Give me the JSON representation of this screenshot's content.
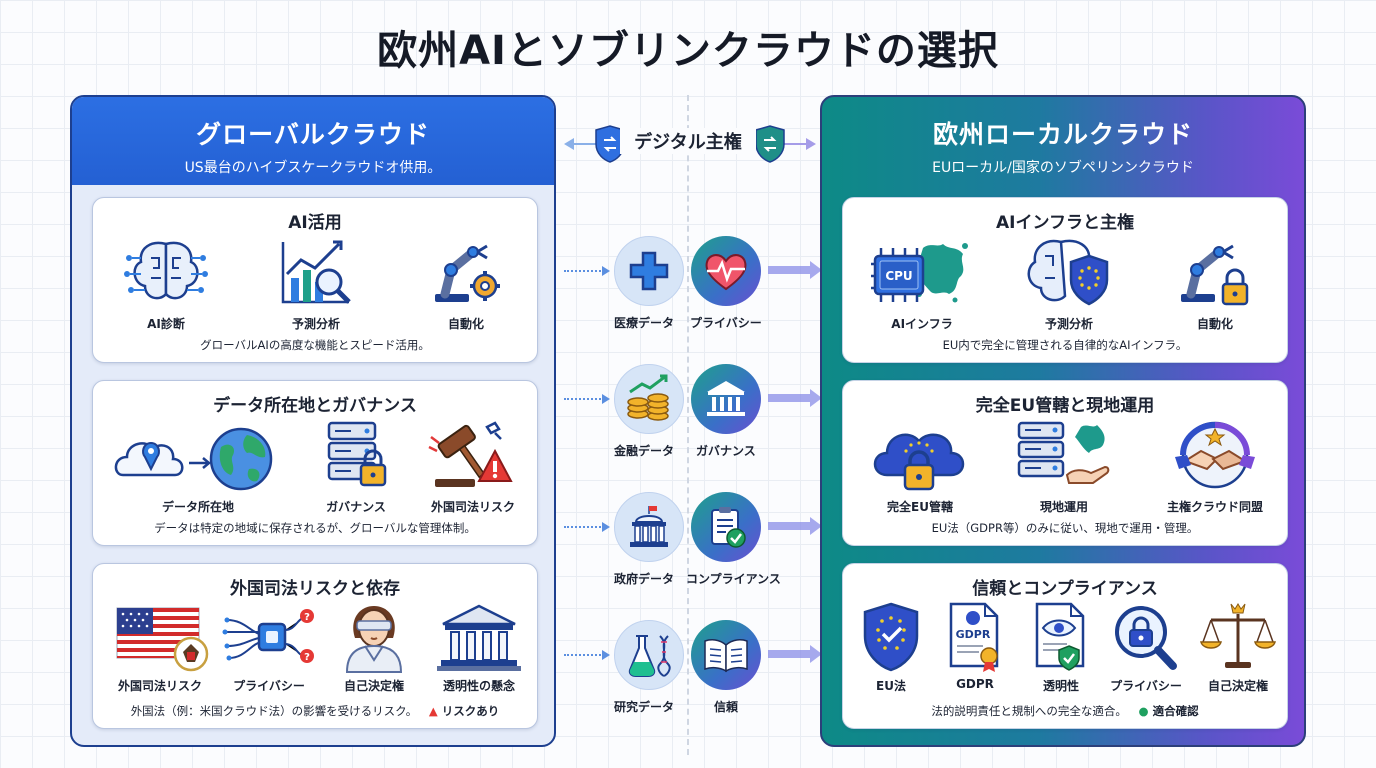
{
  "title": "欧州AIとソブリンクラウドの選択",
  "center_label": "デジタル主権",
  "left": {
    "title": "グローバルクラウド",
    "subtitle": "US最台のハイブスケークラウドオ供用。",
    "cards": [
      {
        "title": "AI活用",
        "items": [
          {
            "label": "AI診断",
            "icon": "brain-circuit-icon"
          },
          {
            "label": "予測分析",
            "icon": "chart-magnifier-icon"
          },
          {
            "label": "自動化",
            "icon": "robot-arm-gear-icon"
          }
        ],
        "desc": "グローバルAIの高度な機能とスピード活用。"
      },
      {
        "title": "データ所在地とガバナンス",
        "items": [
          {
            "label": "データ所在地",
            "icon": "cloud-location-globe-icon"
          },
          {
            "label": "ガバナンス",
            "icon": "server-lock-icon"
          },
          {
            "label": "外国司法リスク",
            "icon": "gavel-warning-icon"
          }
        ],
        "desc": "データは特定の地域に保存されるが、グローバルな管理体制。"
      },
      {
        "title": "外国司法リスクと依存",
        "items": [
          {
            "label": "外国司法リスク",
            "icon": "us-flag-seal-icon"
          },
          {
            "label": "プライバシー",
            "icon": "chip-question-icon"
          },
          {
            "label": "自己決定権",
            "icon": "blindfold-person-icon"
          },
          {
            "label": "透明性の懸念",
            "icon": "courthouse-icon"
          }
        ],
        "desc": "外国法（例：米国クラウド法）の影響を受けるリスク。",
        "badge": "リスクあり"
      }
    ]
  },
  "center_rows": [
    {
      "left_label": "医療データ",
      "right_label": "プライバシー",
      "left_icon": "medical-cross-icon",
      "right_icon": "heartbeat-icon"
    },
    {
      "left_label": "金融データ",
      "right_label": "ガバナンス",
      "left_icon": "coins-growth-icon",
      "right_icon": "bank-icon"
    },
    {
      "left_label": "政府データ",
      "right_label": "コンプライアンス",
      "left_icon": "government-building-icon",
      "right_icon": "clipboard-check-icon"
    },
    {
      "left_label": "研究データ",
      "right_label": "信頼",
      "left_icon": "lab-flask-dna-icon",
      "right_icon": "open-book-icon"
    }
  ],
  "right": {
    "title": "欧州ローカルクラウド",
    "subtitle": "EUローカル/国家のソブペリンンクラウド",
    "cards": [
      {
        "title": "AIインフラと主権",
        "items": [
          {
            "label": "AIインフラ",
            "icon": "cpu-europe-map-icon",
            "chip_text": "CPU"
          },
          {
            "label": "予測分析",
            "icon": "brain-eu-shield-icon"
          },
          {
            "label": "自動化",
            "icon": "robot-arm-lock-icon"
          }
        ],
        "desc": "EU内で完全に管理される自律的なAIインフラ。"
      },
      {
        "title": "完全EU管轄と現地運用",
        "items": [
          {
            "label": "完全EU管轄",
            "icon": "eu-cloud-lock-icon"
          },
          {
            "label": "現地運用",
            "icon": "server-hand-map-icon"
          },
          {
            "label": "主権クラウド同盟",
            "icon": "handshake-star-icon"
          }
        ],
        "desc": "EU法（GDPR等）のみに従い、現地で運用・管理。"
      },
      {
        "title": "信頼とコンプライアンス",
        "items": [
          {
            "label": "EU法",
            "icon": "eu-shield-check-icon"
          },
          {
            "label": "GDPR",
            "icon": "gdpr-document-icon",
            "doc_text": "GDPR"
          },
          {
            "label": "透明性",
            "icon": "eye-document-icon"
          },
          {
            "label": "プライバシー",
            "icon": "magnifier-lock-icon"
          },
          {
            "label": "自己決定権",
            "icon": "scales-crown-icon"
          }
        ],
        "desc": "法的説明責任と規制への完全な適合。",
        "badge": "適合確認"
      }
    ]
  },
  "colors": {
    "left_accent": "#2460d3",
    "right_gradient_start": "#0d8a86",
    "right_gradient_end": "#7a4bd8",
    "arrow": "#8a8ee8"
  }
}
